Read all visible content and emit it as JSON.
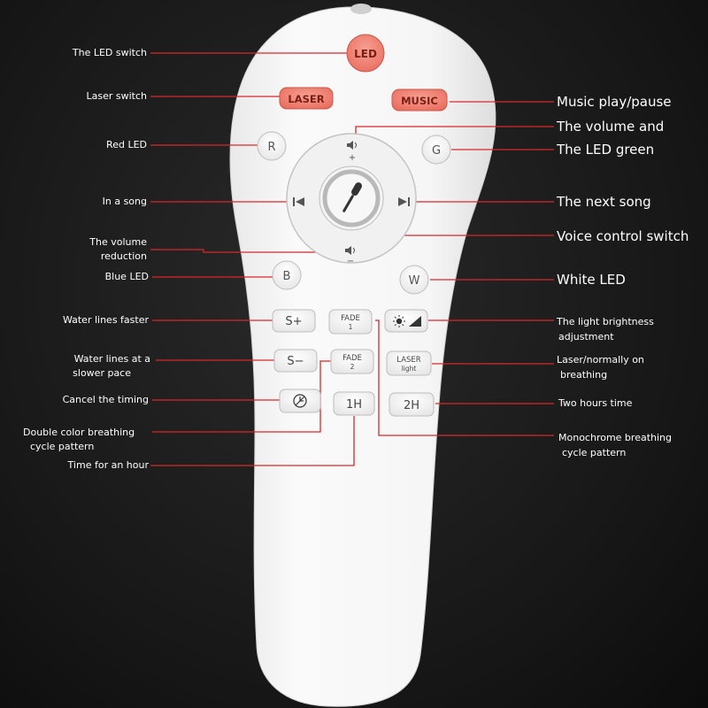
{
  "remote": {
    "buttons": {
      "led": "LED",
      "laser": "LASER",
      "music": "MUSIC",
      "red": "R",
      "green": "G",
      "blue": "B",
      "white": "W",
      "speed_up": "S+",
      "speed_down": "S−",
      "fade1_top": "FADE",
      "fade1_bottom": "1",
      "fade2_top": "FADE",
      "fade2_bottom": "2",
      "laser_light_top": "LASER",
      "laser_light_bottom": "light",
      "one_hour": "1H",
      "two_hours": "2H",
      "vol_up_sign": "+",
      "vol_down_sign": "−"
    },
    "colors": {
      "body": "#f4f4f4",
      "accent_button": "#f07b6e",
      "leader_line": "#d8282a",
      "label_text": "#ffffff"
    }
  },
  "labels": {
    "left": [
      "The LED switch",
      "Laser switch",
      "Red LED",
      "In a song",
      "The volume",
      "reduction",
      "Blue LED",
      "Water lines faster",
      "Water lines at a",
      "slower pace",
      "Cancel the timing",
      "Double color breathing",
      "cycle pattern",
      "Time for an hour"
    ],
    "right": [
      "Music play/pause",
      "The volume and",
      "The LED green",
      "The next song",
      "Voice control switch",
      "White LED",
      "The light brightness",
      "adjustment",
      "Laser/normally on",
      "breathing",
      "Two hours time",
      "Monochrome breathing",
      "cycle pattern"
    ]
  }
}
